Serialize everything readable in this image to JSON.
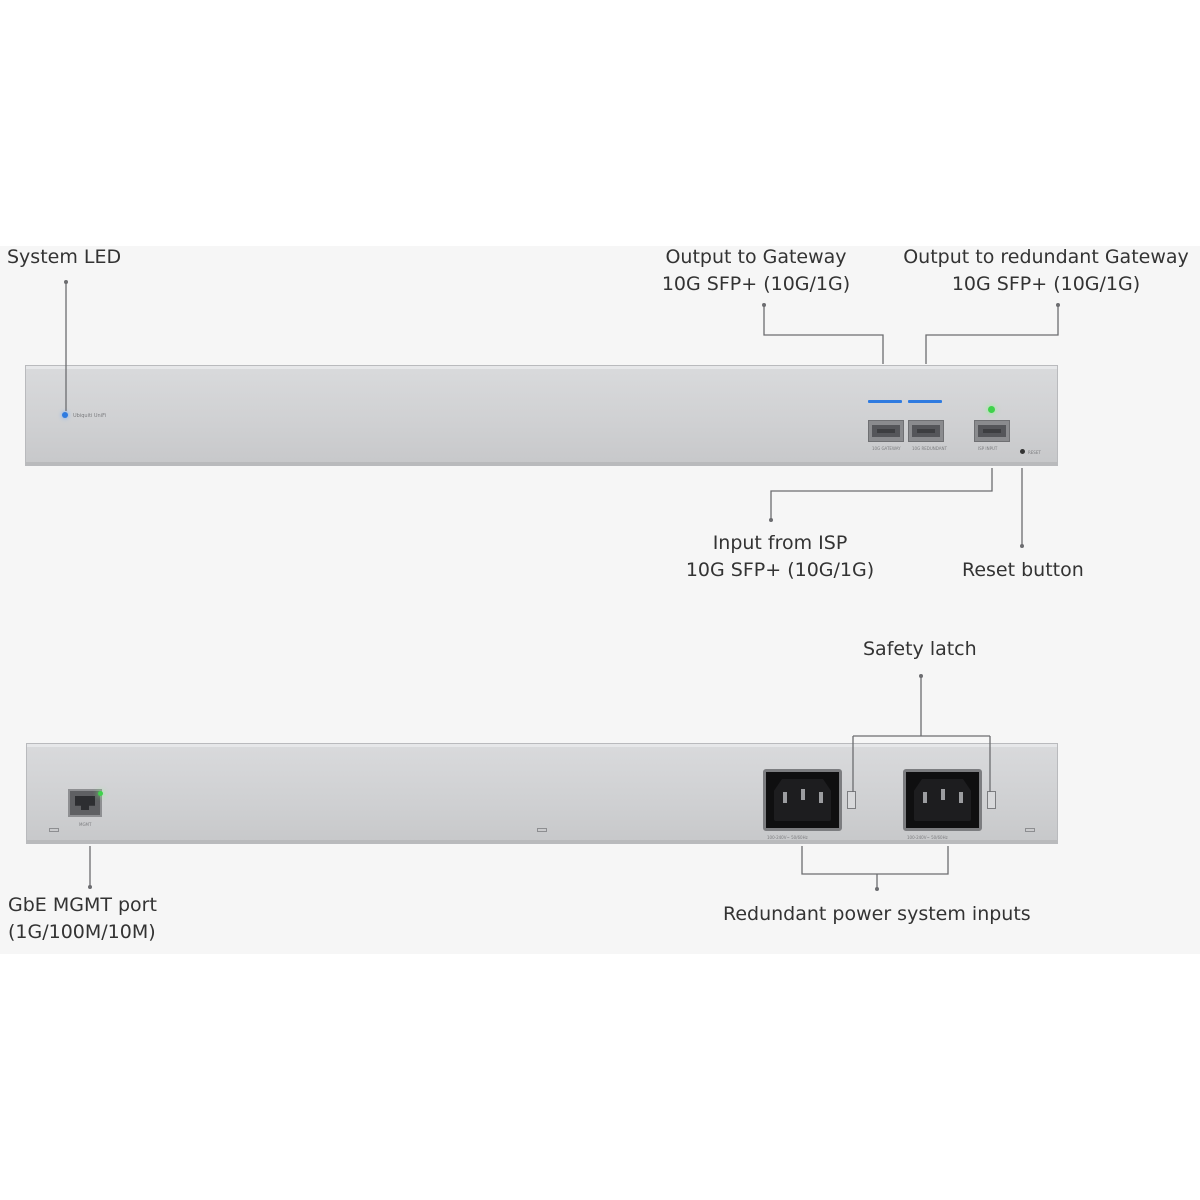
{
  "front": {
    "callouts": {
      "system_led": "System LED",
      "output_gateway": [
        "Output to Gateway",
        "10G SFP+ (10G/1G)"
      ],
      "output_redundant": [
        "Output to redundant Gateway",
        "10G SFP+ (10G/1G)"
      ],
      "input_isp": [
        "Input from ISP",
        "10G SFP+ (10G/1G)"
      ],
      "reset_button": "Reset button"
    },
    "brand_text": "Ubiquiti UniFi",
    "port_label_1": "10G\nGATEWAY",
    "port_label_2": "10G\nREDUNDANT",
    "port_label_3": "ISP\nINPUT",
    "reset_text": "RESET",
    "colors": {
      "led_blue": "#2f7be0",
      "led_green": "#3fd24b"
    }
  },
  "rear": {
    "callouts": {
      "safety_latch": "Safety latch",
      "mgmt_port": [
        "GbE MGMT port",
        "(1G/100M/10M)"
      ],
      "power_inputs": "Redundant power system inputs"
    },
    "mgmt_port_label": "MGMT",
    "power_label": "100-240V~ 50/60Hz"
  }
}
